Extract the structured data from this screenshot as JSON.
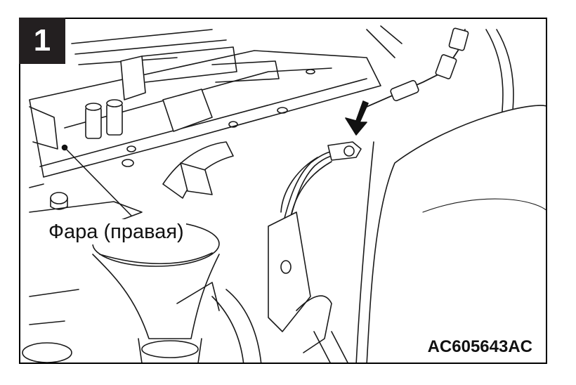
{
  "figure": {
    "step_number": "1",
    "callout_label": "Фара (правая)",
    "figure_code": "AC605643AC"
  },
  "colors": {
    "badge_background": "#231f20",
    "badge_text": "#ffffff",
    "line_art": "#1a1a1a"
  }
}
